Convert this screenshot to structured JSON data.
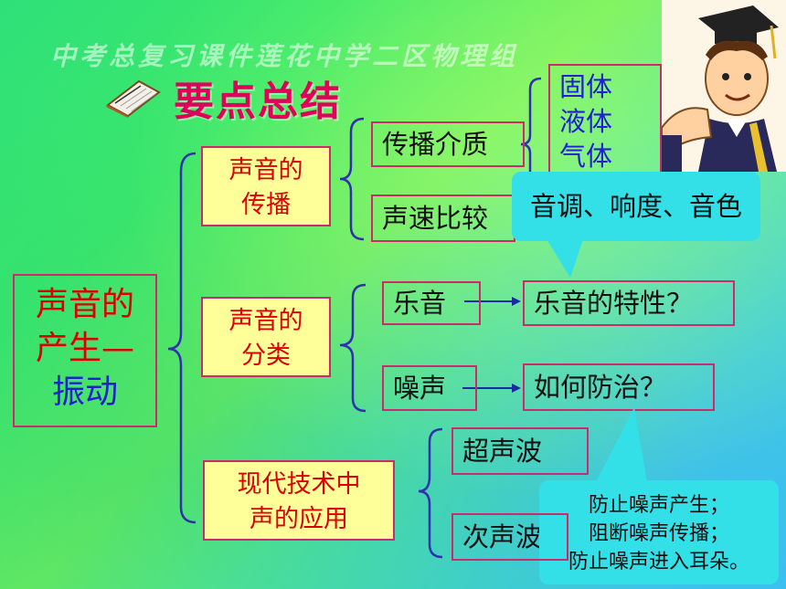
{
  "watermark": "中考总复习课件莲花中学二区物理组",
  "title": "要点总结",
  "root": {
    "line1": "声音的",
    "line2": "产生—",
    "line3": "振动"
  },
  "level1": {
    "propagation": {
      "line1": "声音的",
      "line2": "传播"
    },
    "classification": {
      "line1": "声音的",
      "line2": "分类"
    },
    "application": {
      "line1": "现代技术中",
      "line2": "声的应用"
    }
  },
  "level2": {
    "medium": "传播介质",
    "speed": "声速比较",
    "music": "乐音",
    "noise": "噪声",
    "ultrasound": "超声波",
    "infrasound": "次声波"
  },
  "level3": {
    "media": [
      "固体",
      "液体",
      "气体"
    ],
    "music_traits": "乐音的特性？",
    "noise_control": "如何防治？"
  },
  "bubbles": {
    "traits": "音调、响度、音色",
    "control": [
      "防止噪声产生；",
      "阻断噪声传播；",
      "防止噪声进入耳朵。"
    ]
  },
  "colors": {
    "title": "#e0005a",
    "box_fill": "#ffff99",
    "border": "#cc2a6a",
    "bubble": "#33e0e8",
    "brace": "#3030b0"
  }
}
